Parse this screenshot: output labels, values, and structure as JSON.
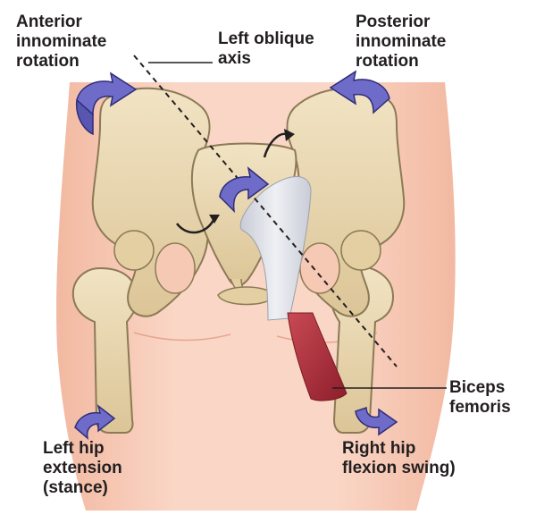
{
  "labels": {
    "anterior": [
      "Anterior",
      "innominate",
      "rotation"
    ],
    "oblique": [
      "Left oblique",
      "axis"
    ],
    "posterior": [
      "Posterior",
      "innominate",
      "rotation"
    ],
    "biceps": [
      "Biceps",
      "femoris"
    ],
    "left_hip": [
      "Left hip",
      "extension",
      "(stance)"
    ],
    "right_hip": [
      "Right hip",
      "flexion swing)"
    ]
  },
  "colors": {
    "skin": "#f6c9b4",
    "bone": "#ead8b2",
    "bone_outline": "#8c7a55",
    "arrow_fill": "#6f6cc9",
    "ligament": "#d9dce3",
    "muscle": "#b8323e"
  },
  "icons": {
    "anterior_rotation": "curved-arrow-icon",
    "posterior_rotation": "curved-arrow-icon",
    "sacral_rotation": "curved-arrow-icon",
    "left_hip": "curved-arrow-icon",
    "right_hip": "curved-arrow-icon"
  }
}
